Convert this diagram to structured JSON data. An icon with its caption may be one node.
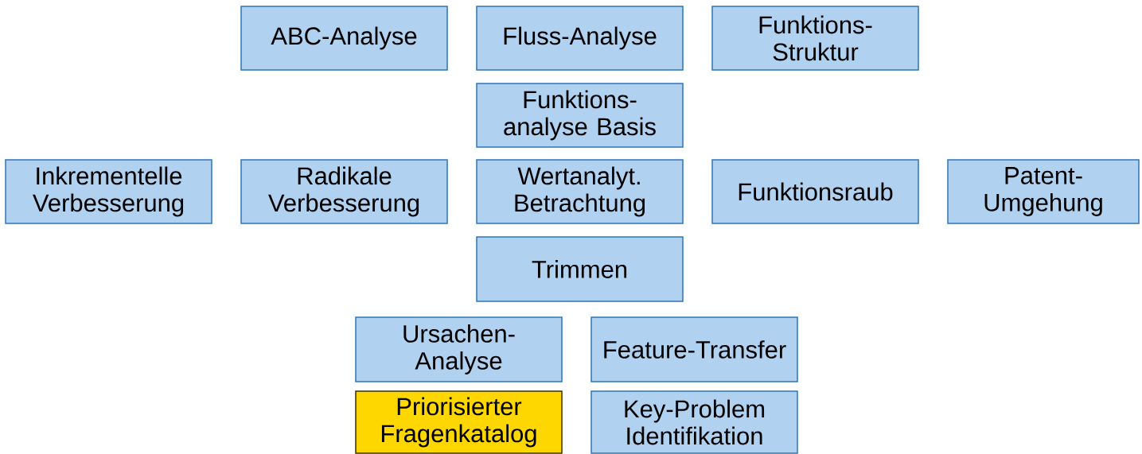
{
  "diagram": {
    "nodes": [
      {
        "text": [
          "ABC-Analyse"
        ]
      },
      {
        "text": [
          "Fluss-Analyse"
        ]
      },
      {
        "text": [
          "Funktions-Struktur"
        ]
      },
      {
        "text": [
          "Funktions-analyse Basis"
        ]
      },
      {
        "text": [
          "Inkrementelle Verbesserung"
        ]
      },
      {
        "text": [
          "Radikale Verbesserung"
        ]
      },
      {
        "text": [
          "Wertanalyt. Betrachtung"
        ]
      },
      {
        "text": [
          "Funktionsraub"
        ]
      },
      {
        "text": [
          "Patent-Umgehung"
        ]
      },
      {
        "text": [
          "Trimmen"
        ]
      },
      {
        "text": [
          "Ursachen-Analyse"
        ]
      },
      {
        "text": [
          "Feature-Transfer"
        ]
      },
      {
        "text": [
          "Priorisierter Fragenkatalog"
        ]
      },
      {
        "text": [
          "Key-Problem Identifikation"
        ]
      }
    ]
  }
}
